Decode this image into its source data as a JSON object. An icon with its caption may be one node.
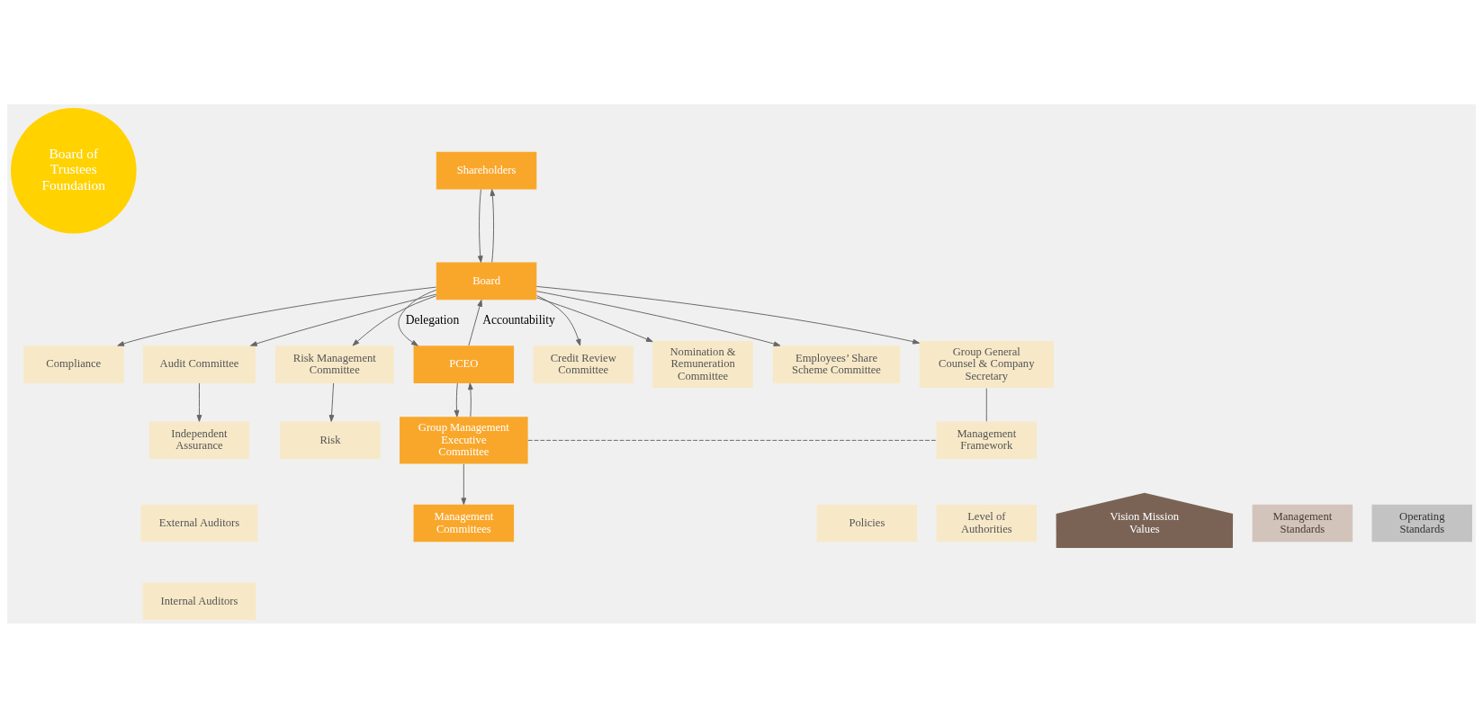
{
  "diagram": {
    "nodes": [
      {
        "text": [
          "Board of Trustees Foundation"
        ]
      },
      {
        "text": [
          "Shareholders"
        ]
      },
      {
        "text": [
          "Board"
        ]
      },
      {
        "text": [
          "Compliance"
        ]
      },
      {
        "text": [
          "Audit Committee"
        ]
      },
      {
        "text": [
          "Risk Management Committee"
        ]
      },
      {
        "text": [
          "PCEO"
        ]
      },
      {
        "text": [
          "Credit Review Committee"
        ]
      },
      {
        "text": [
          "Nomination & Remuneration Committee"
        ]
      },
      {
        "text": [
          "Employees’ Share Scheme Committee"
        ]
      },
      {
        "text": [
          "Group General Counsel & Company Secretary"
        ]
      },
      {
        "text": [
          "Independent Assurance"
        ]
      },
      {
        "text": [
          "Risk"
        ]
      },
      {
        "text": [
          "External Auditors"
        ]
      },
      {
        "text": [
          "Internal Auditors"
        ]
      },
      {
        "text": [
          "Group Management Executive Committee"
        ]
      },
      {
        "text": [
          "Management Framework"
        ]
      },
      {
        "text": [
          "Policies"
        ]
      },
      {
        "text": [
          "Level of Authorities"
        ]
      },
      {
        "text": [
          "Management Committees"
        ]
      },
      {
        "text": [
          "Vision Mission Values"
        ]
      },
      {
        "text": [
          "Management Standards"
        ]
      },
      {
        "text": [
          "Operating Standards"
        ]
      }
    ],
    "edges": [
      {
        "from": 1,
        "to": 2,
        "arrow": "to"
      },
      {
        "from": 2,
        "to": 1,
        "arrow": "to"
      },
      {
        "from": 2,
        "to": 3,
        "arrow": "to"
      },
      {
        "from": 2,
        "to": 4,
        "arrow": "to"
      },
      {
        "from": 2,
        "to": 5,
        "arrow": "to"
      },
      {
        "from": 2,
        "to": 6,
        "arrow": "to",
        "label": "Delegation"
      },
      {
        "from": 6,
        "to": 2,
        "arrow": "to",
        "label": "Accountability"
      },
      {
        "from": 2,
        "to": 7,
        "arrow": "to"
      },
      {
        "from": 2,
        "to": 8,
        "arrow": "to"
      },
      {
        "from": 2,
        "to": 9,
        "arrow": "to"
      },
      {
        "from": 2,
        "to": 10,
        "arrow": "to"
      },
      {
        "from": 4,
        "to": 11,
        "arrow": "to"
      },
      {
        "from": 5,
        "to": 12,
        "arrow": "to"
      },
      {
        "from": 6,
        "to": 15,
        "arrow": "to"
      },
      {
        "from": 15,
        "to": 6,
        "arrow": "to"
      },
      {
        "from": 15,
        "to": 19,
        "arrow": "to"
      },
      {
        "from": 10,
        "to": 16,
        "arrow": "none"
      },
      {
        "from": 15,
        "to": 16,
        "arrow": "none",
        "style": "dashed"
      }
    ]
  }
}
